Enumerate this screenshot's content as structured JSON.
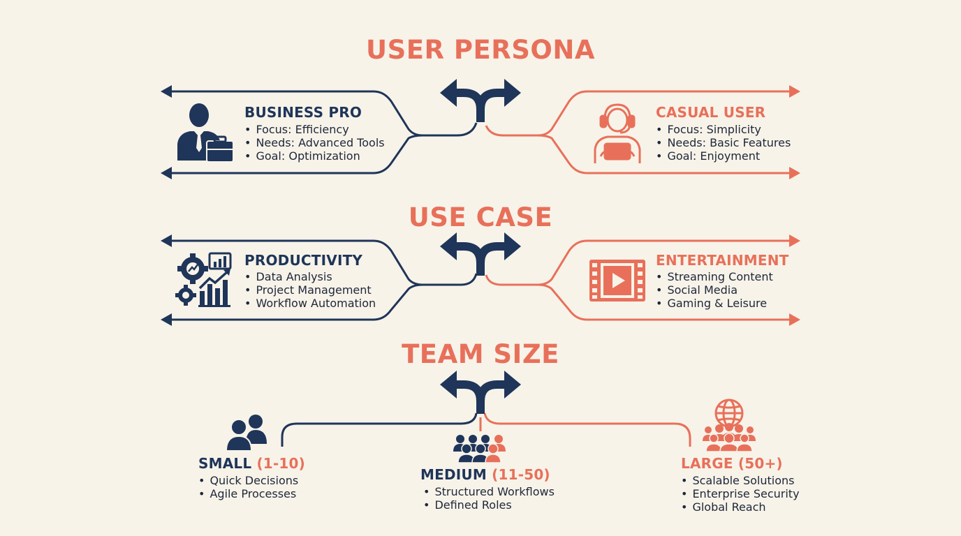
{
  "sections": {
    "persona": {
      "title": "USER PERSONA",
      "left": {
        "title": "BUSINESS PRO",
        "items": [
          "Focus: Efficiency",
          "Needs: Advanced Tools",
          "Goal: Optimization"
        ]
      },
      "right": {
        "title": "CASUAL USER",
        "items": [
          "Focus: Simplicity",
          "Needs: Basic Features",
          "Goal: Enjoyment"
        ]
      }
    },
    "usecase": {
      "title": "USE CASE",
      "left": {
        "title": "PRODUCTIVITY",
        "items": [
          "Data Analysis",
          "Project Management",
          "Workflow Automation"
        ]
      },
      "right": {
        "title": "ENTERTAINMENT",
        "items": [
          "Streaming Content",
          "Social Media",
          "Gaming & Leisure"
        ]
      }
    },
    "teamsize": {
      "title": "TEAM SIZE",
      "small": {
        "title": "SMALL",
        "range": "(1-10)",
        "items": [
          "Quick Decisions",
          "Agile Processes"
        ]
      },
      "medium": {
        "title": "MEDIUM",
        "range": "(11-50)",
        "items": [
          "Structured Workflows",
          "Defined Roles"
        ]
      },
      "large": {
        "title": "LARGE",
        "range": "(50+)",
        "items": [
          "Scalable Solutions",
          "Enterprise Security",
          "Global Reach"
        ]
      }
    }
  },
  "icons": {
    "business_pro": "businessman-with-briefcase-icon",
    "casual_user": "person-with-headset-and-tablet-icon",
    "productivity": "gears-and-growth-chart-icon",
    "entertainment": "film-strip-play-icon",
    "small": "two-people-icon",
    "medium": "group-of-people-icon",
    "large": "globe-over-crowd-icon",
    "fork": "split-arrow-icon"
  },
  "colors": {
    "navy": "#1f3559",
    "coral": "#e8705a",
    "background": "#f7f3e9"
  }
}
